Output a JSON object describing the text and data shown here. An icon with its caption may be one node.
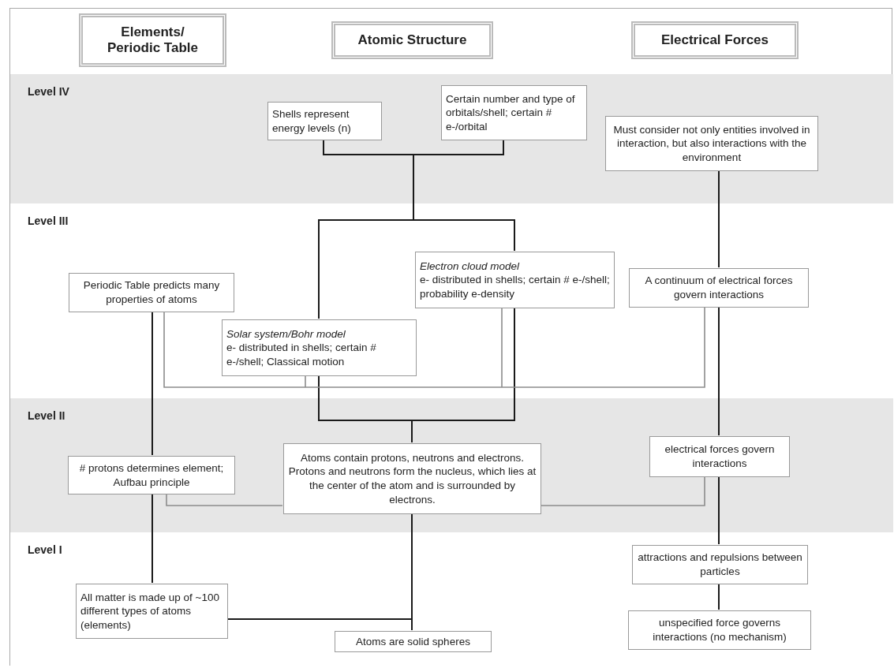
{
  "diagram": {
    "nodes": [
      {
        "text": [
          "Elements/ Periodic Table"
        ]
      },
      {
        "text": [
          "Atomic Structure"
        ]
      },
      {
        "text": [
          "Electrical Forces"
        ]
      },
      {
        "text": [
          "Level IV"
        ]
      },
      {
        "text": [
          "Shells represent energy levels (n)"
        ],
        "in": 3
      },
      {
        "text": [
          "Certain number and type of orbitals/shell; certain # e-/orbital"
        ],
        "in": 3
      },
      {
        "text": [
          "Must consider not only entities involved in interaction, but also interactions with the environment"
        ],
        "in": 3
      },
      {
        "text": [
          "Level III"
        ]
      },
      {
        "text": [
          "Electron cloud model",
          "e- distributed in shells; certain # e-/shell; probability e-density"
        ],
        "in": 7
      },
      {
        "text": [
          "Periodic Table predicts many properties of atoms"
        ],
        "in": 7
      },
      {
        "text": [
          "A continuum of electrical forces govern interactions"
        ],
        "in": 7
      },
      {
        "text": [
          "Solar system/Bohr model",
          "e- distributed in shells; certain # e-/shell; Classical motion"
        ],
        "in": 7
      },
      {
        "text": [
          "Level II"
        ]
      },
      {
        "text": [
          "# protons determines element; Aufbau principle"
        ],
        "in": 12
      },
      {
        "text": [
          "Atoms contain protons, neutrons and electrons. Protons and neutrons form the nucleus, which lies at the center of the atom and is surrounded by electrons."
        ],
        "in": 12
      },
      {
        "text": [
          "electrical forces govern interactions"
        ],
        "in": 12
      },
      {
        "text": [
          "Level I"
        ]
      },
      {
        "text": [
          "attractions and repulsions between particles"
        ],
        "in": 16
      },
      {
        "text": [
          "All matter is made up of ~100 different types of atoms (elements)"
        ],
        "in": 16
      },
      {
        "text": [
          "Atoms are solid spheres"
        ],
        "in": 16
      },
      {
        "text": [
          "unspecified force governs interactions (no mechanism)"
        ],
        "in": 16
      }
    ],
    "edges": [
      {
        "from": 4,
        "to": 8,
        "arrow": "none"
      },
      {
        "from": 4,
        "to": 11,
        "arrow": "none"
      },
      {
        "from": 5,
        "to": 8,
        "arrow": "none"
      },
      {
        "from": 5,
        "to": 11,
        "arrow": "none"
      },
      {
        "from": 8,
        "to": 14,
        "arrow": "none"
      },
      {
        "from": 11,
        "to": 14,
        "arrow": "none"
      },
      {
        "from": 6,
        "to": 10,
        "arrow": "none"
      },
      {
        "from": 10,
        "to": 15,
        "arrow": "none"
      },
      {
        "from": 15,
        "to": 17,
        "arrow": "none"
      },
      {
        "from": 17,
        "to": 20,
        "arrow": "none"
      },
      {
        "from": 9,
        "to": 10,
        "arrow": "none",
        "color": "#8c8c8c"
      },
      {
        "from": 11,
        "to": 10,
        "arrow": "none",
        "color": "#8c8c8c"
      },
      {
        "from": 8,
        "to": 10,
        "arrow": "none",
        "color": "#8c8c8c"
      },
      {
        "from": 13,
        "to": 14,
        "arrow": "none",
        "color": "#8c8c8c"
      },
      {
        "from": 14,
        "to": 15,
        "arrow": "none",
        "color": "#8c8c8c"
      },
      {
        "from": 9,
        "to": 13,
        "arrow": "none"
      },
      {
        "from": 13,
        "to": 18,
        "arrow": "none"
      },
      {
        "from": 14,
        "to": 18,
        "arrow": "none"
      },
      {
        "from": 14,
        "to": 19,
        "arrow": "none"
      }
    ]
  }
}
